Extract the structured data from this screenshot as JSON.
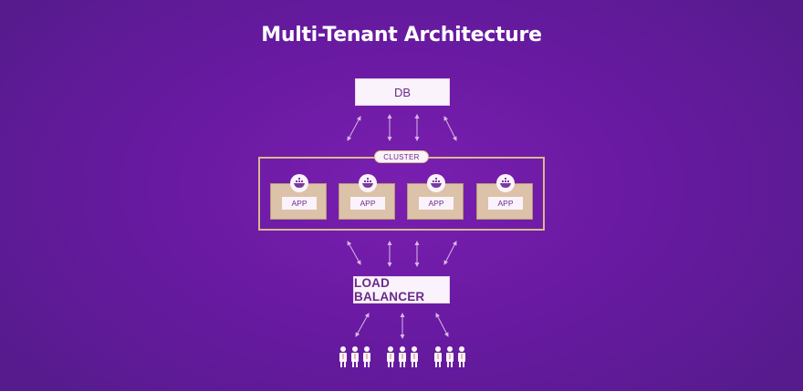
{
  "title": "Multi-Tenant Architecture",
  "db": {
    "label": "DB"
  },
  "cluster": {
    "label": "CLUSTER",
    "apps": [
      {
        "label": "APP",
        "icon": "docker-whale-icon"
      },
      {
        "label": "APP",
        "icon": "docker-whale-icon"
      },
      {
        "label": "APP",
        "icon": "docker-whale-icon"
      },
      {
        "label": "APP",
        "icon": "docker-whale-icon"
      }
    ]
  },
  "load_balancer": {
    "label": "LOAD BALANCER"
  },
  "user_groups": [
    {
      "icon": "users-group-icon"
    },
    {
      "icon": "users-group-icon"
    },
    {
      "icon": "users-group-icon"
    }
  ],
  "colors": {
    "background": "#6a1aa3",
    "box_fill": "#fbf3fb",
    "box_text": "#6a2a8a",
    "cluster_border": "#d8b98e",
    "app_card": "#dcc2a8",
    "arrow": "#d9b7e6"
  }
}
